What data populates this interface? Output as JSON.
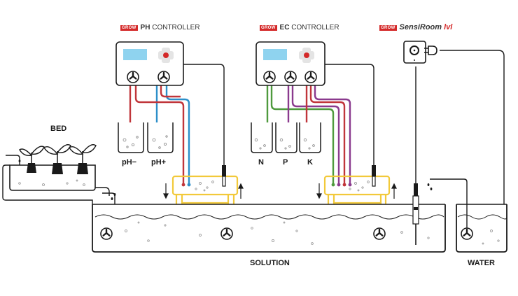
{
  "brand_badge": "GROW",
  "controllers": {
    "ph": {
      "prefix": "PH",
      "suffix": " CONTROLLER"
    },
    "ec": {
      "prefix": "EC",
      "suffix": " CONTROLLER"
    },
    "room": {
      "name": "SensiRoom",
      "lvl": "lvl"
    }
  },
  "containers": {
    "ph_minus": "pH−",
    "ph_plus": "pH+",
    "n": "N",
    "p": "P",
    "k": "K"
  },
  "areas": {
    "bed": "BED",
    "solution": "SOLUTION",
    "water": "WATER"
  },
  "colors": {
    "red": "#c0353a",
    "blue": "#2c8fc9",
    "green": "#4e9a3d",
    "purple": "#8a3a8e",
    "yellow": "#f2c93a",
    "lcd": "#8fd3ef",
    "line": "#1a1a1a"
  },
  "icons": [
    "plant-icon",
    "pump-icon",
    "socket-icon",
    "plug-icon",
    "ph-probe-icon",
    "ec-probe-icon",
    "level-sensor-icon",
    "keypad-icon"
  ]
}
